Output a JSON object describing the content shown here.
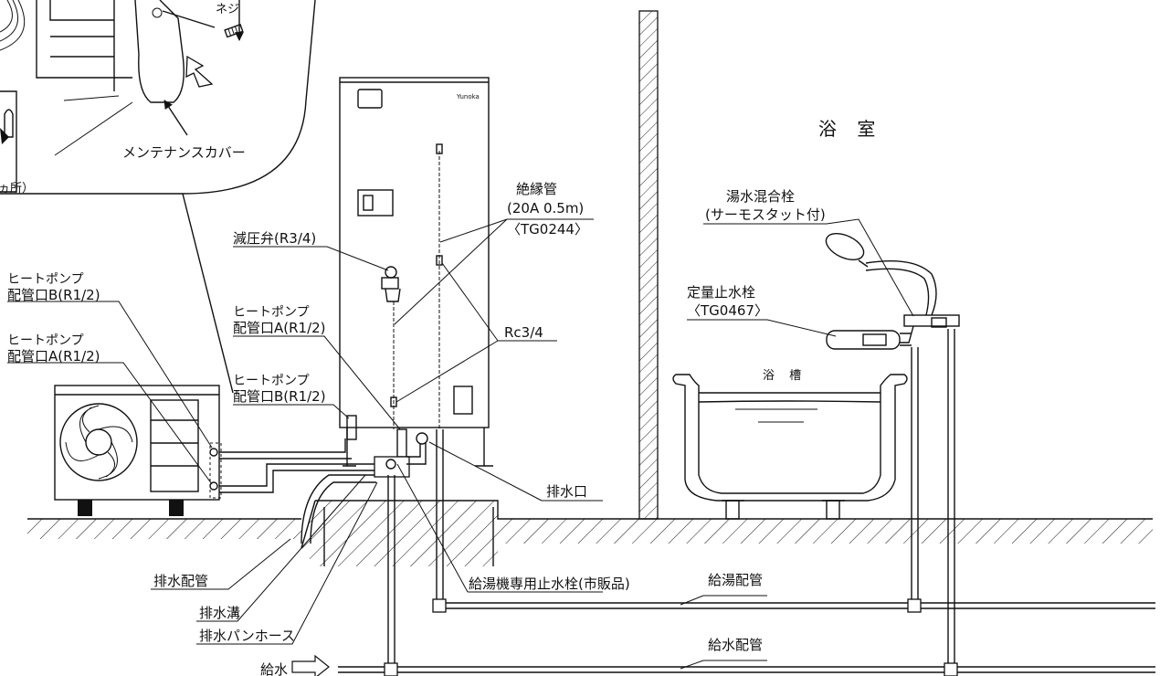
{
  "labels": {
    "bathroom": "浴 室",
    "bathtub": "浴 槽",
    "maintenance_cover": "メンテナンスカバー",
    "screw_fragment": "ネジ",
    "count_fragment": "ヵ所）",
    "brand": "Yunoka",
    "insulated_pipe": [
      "絶縁管",
      "(20A 0.5m)",
      "〈TG0244〉"
    ],
    "pressure_valve": "減圧弁(R3/4)",
    "hp_port_b_left": [
      "ヒートポンプ",
      "配管口B(R1/2)"
    ],
    "hp_port_a_left": [
      "ヒートポンプ",
      "配管口A(R1/2)"
    ],
    "hp_port_a_tank": [
      "ヒートポンプ",
      "配管口A(R1/2)"
    ],
    "hp_port_b_tank": [
      "ヒートポンプ",
      "配管口B(R1/2)"
    ],
    "rc_fitting": "Rc3/4",
    "mixing_faucet": [
      "湯水混合栓",
      "(サーモスタット付)"
    ],
    "fixed_stop_valve": [
      "定量止水栓",
      "〈TG0467〉"
    ],
    "drain_outlet": "排水口",
    "drain_pipe": "排水配管",
    "drain_ditch": "排水溝",
    "drain_pan_hose": "排水パンホース",
    "heater_stop_valve": "給湯機専用止水栓(市販品)",
    "hot_water_pipe": "給湯配管",
    "cold_water_pipe": "給水配管",
    "water_supply": "給水"
  }
}
